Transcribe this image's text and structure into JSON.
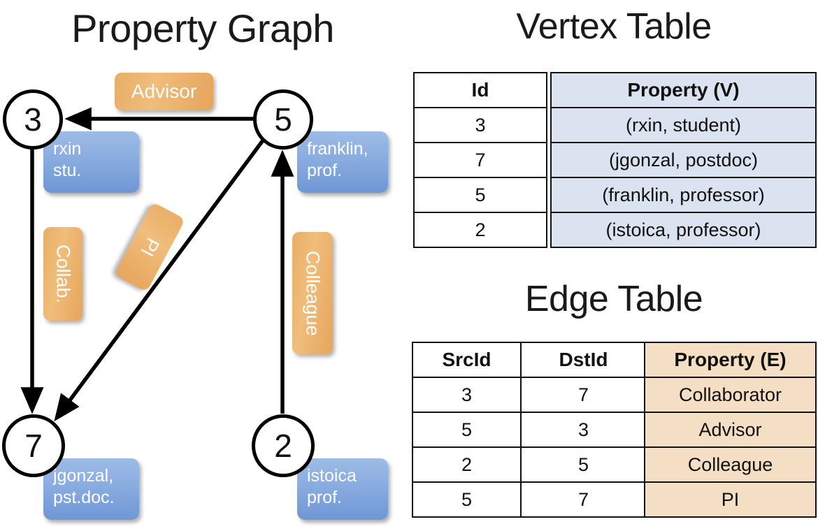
{
  "titles": {
    "property_graph": "Property Graph",
    "vertex_table": "Vertex Table",
    "edge_table": "Edge Table"
  },
  "graph": {
    "nodes": [
      {
        "id": "3",
        "property": "rxin\nstu."
      },
      {
        "id": "5",
        "property": "franklin,\nprof."
      },
      {
        "id": "7",
        "property": "jgonzal,\npst.doc."
      },
      {
        "id": "2",
        "property": "istoica\nprof."
      }
    ],
    "node_labels": {
      "n3": "3",
      "n5": "5",
      "n7": "7",
      "n2": "2"
    },
    "property_boxes": {
      "rxin_line1": "rxin",
      "rxin_line2": "stu.",
      "franklin_line1": "franklin,",
      "franklin_line2": "prof.",
      "jgonzal_line1": "jgonzal,",
      "jgonzal_line2": "pst.doc.",
      "istoica_line1": "istoica",
      "istoica_line2": "prof."
    },
    "edge_labels": {
      "advisor": "Advisor",
      "collab": "Collab.",
      "pi": "PI",
      "colleague": "Colleague"
    },
    "edges": [
      {
        "from": "5",
        "to": "3",
        "label": "Advisor"
      },
      {
        "from": "3",
        "to": "7",
        "label": "Collab."
      },
      {
        "from": "5",
        "to": "7",
        "label": "PI"
      },
      {
        "from": "2",
        "to": "5",
        "label": "Colleague"
      }
    ]
  },
  "vertex_table": {
    "headers": [
      "Id",
      "Property (V)"
    ],
    "rows": [
      [
        "3",
        "(rxin, student)"
      ],
      [
        "7",
        "(jgonzal, postdoc)"
      ],
      [
        "5",
        "(franklin, professor)"
      ],
      [
        "2",
        "(istoica, professor)"
      ]
    ]
  },
  "edge_table": {
    "headers": [
      "SrcId",
      "DstId",
      "Property (E)"
    ],
    "rows": [
      [
        "3",
        "7",
        "Collaborator"
      ],
      [
        "5",
        "3",
        "Advisor"
      ],
      [
        "2",
        "5",
        "Colleague"
      ],
      [
        "5",
        "7",
        "PI"
      ]
    ]
  },
  "colors": {
    "vertex_cell": "#dce3f0",
    "edge_cell": "#f5dfc4",
    "node_box_blue": "#89ace0",
    "edge_label_orange": "#eab06a",
    "stroke": "#111111"
  }
}
